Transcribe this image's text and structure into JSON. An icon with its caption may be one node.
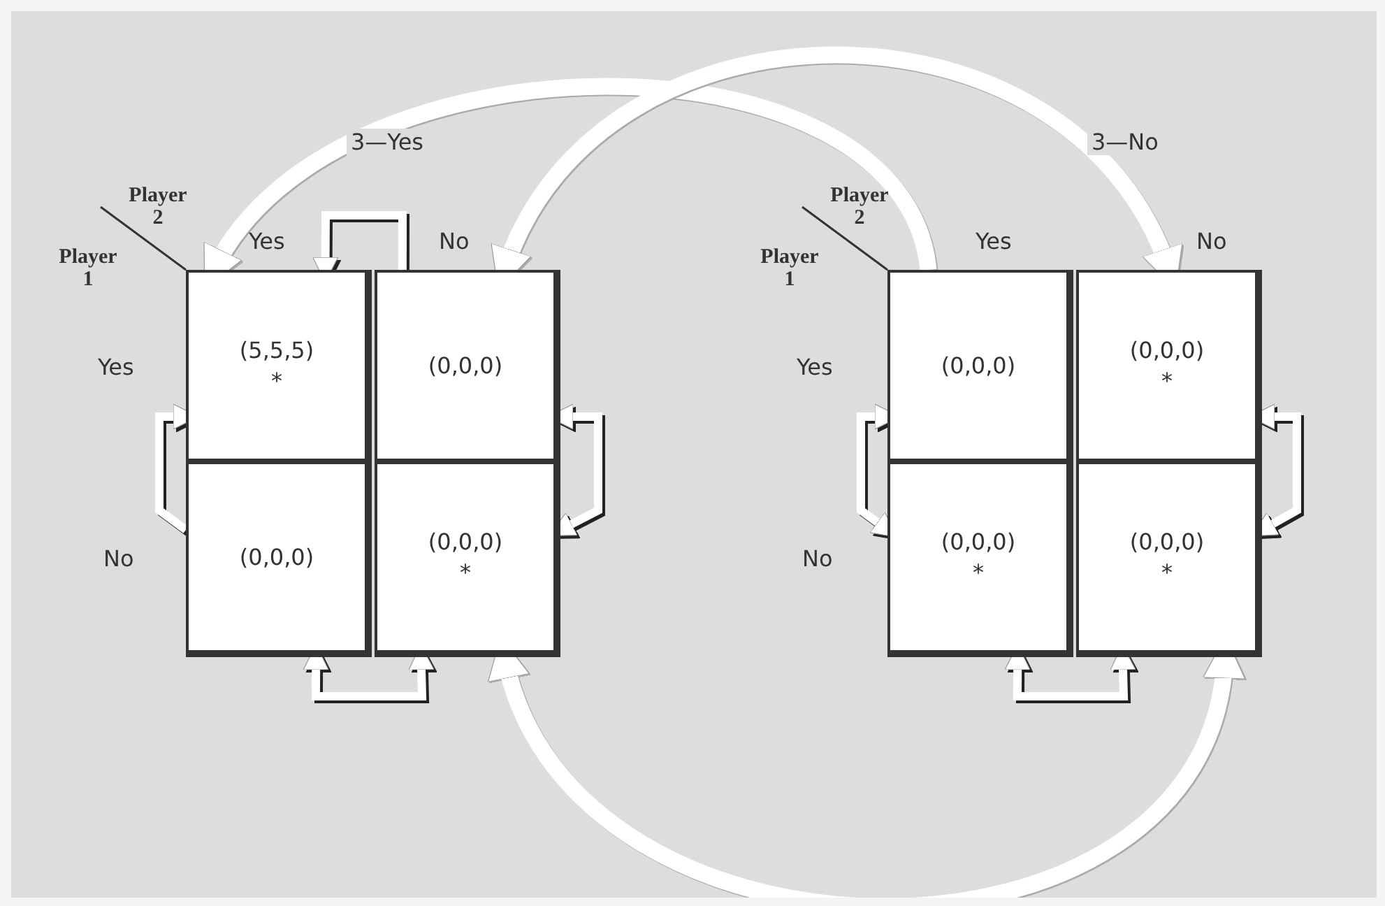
{
  "diagram": {
    "nodes": [
      {
        "text": [
          "(5,5,5)",
          "*"
        ]
      },
      {
        "text": [
          "(0,0,0)"
        ]
      },
      {
        "text": [
          "(0,0,0)"
        ]
      },
      {
        "text": [
          "(0,0,0)",
          "*"
        ]
      },
      {
        "text": [
          "(0,0,0)"
        ]
      },
      {
        "text": [
          "(0,0,0)",
          "*"
        ]
      },
      {
        "text": [
          "(0,0,0)",
          "*"
        ]
      },
      {
        "text": [
          "(0,0,0)",
          "*"
        ]
      }
    ],
    "edges": [
      {
        "from": 4,
        "to": 0,
        "arrow": "to",
        "label": "3—Yes",
        "style": "thick"
      },
      {
        "from": 1,
        "to": 5,
        "arrow": "both",
        "label": "3—No",
        "style": "thick"
      },
      {
        "from": 1,
        "to": 0,
        "arrow": "to"
      },
      {
        "from": 2,
        "to": 0,
        "arrow": "to"
      },
      {
        "from": 1,
        "to": 3,
        "arrow": "both"
      },
      {
        "from": 2,
        "to": 3,
        "arrow": "both"
      },
      {
        "from": 4,
        "to": 6,
        "arrow": "both"
      },
      {
        "from": 5,
        "to": 7,
        "arrow": "both"
      },
      {
        "from": 6,
        "to": 7,
        "arrow": "both"
      },
      {
        "from": 3,
        "to": 7,
        "arrow": "both",
        "style": "thick"
      }
    ],
    "labels": [
      "Player 2",
      "Player 1",
      "Yes",
      "No",
      "Yes",
      "No",
      "Player 2",
      "Player 1",
      "Yes",
      "No",
      "Yes",
      "No"
    ]
  }
}
